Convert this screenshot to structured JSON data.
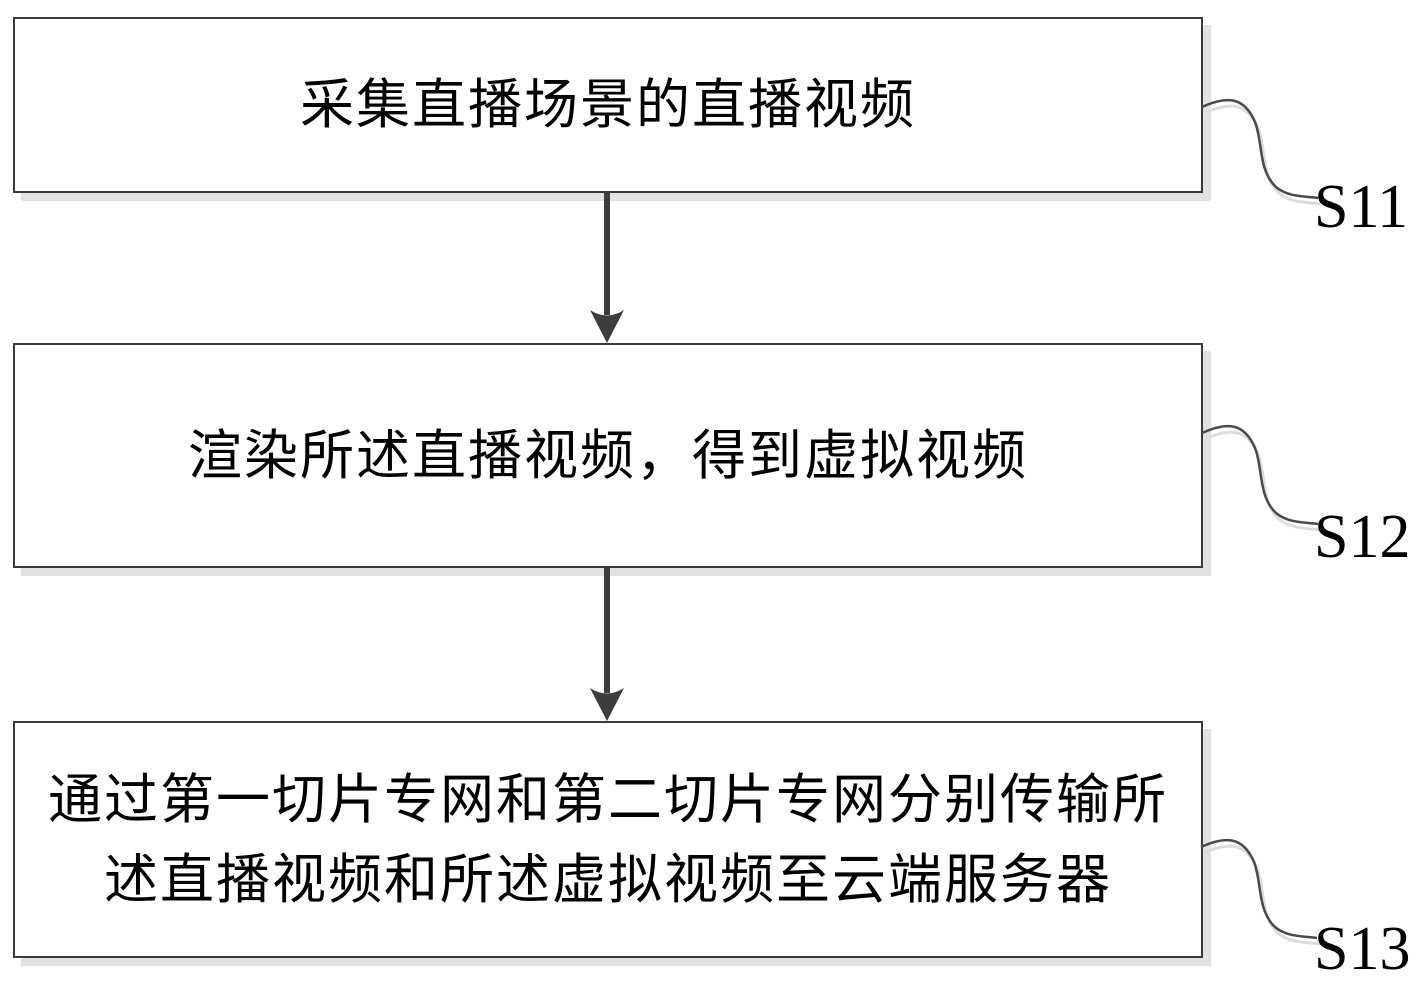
{
  "figure": {
    "type": "flowchart",
    "orientation": "vertical",
    "background": "#ffffff"
  },
  "steps": [
    {
      "label": "S11",
      "text": "采集直播场景的直播视频"
    },
    {
      "label": "S12",
      "text": "渲染所述直播视频，得到虚拟视频"
    },
    {
      "label": "S13",
      "text": "通过第一切片专网和第二切片专网分别传输所述直播视频和所述虚拟视频至云端服务器"
    }
  ],
  "connections": [
    {
      "from": "S11",
      "to": "S12",
      "style": "arrow-down"
    },
    {
      "from": "S12",
      "to": "S13",
      "style": "arrow-down"
    }
  ],
  "colors": {
    "box_border": "#3a3a3a",
    "box_fill": "#ffffff",
    "box_shadow": "#e2e2e2",
    "arrow": "#3d3d3d",
    "connector": "#4a4a4a",
    "connector_shadow": "#dcdcdc",
    "text": "#000000"
  }
}
